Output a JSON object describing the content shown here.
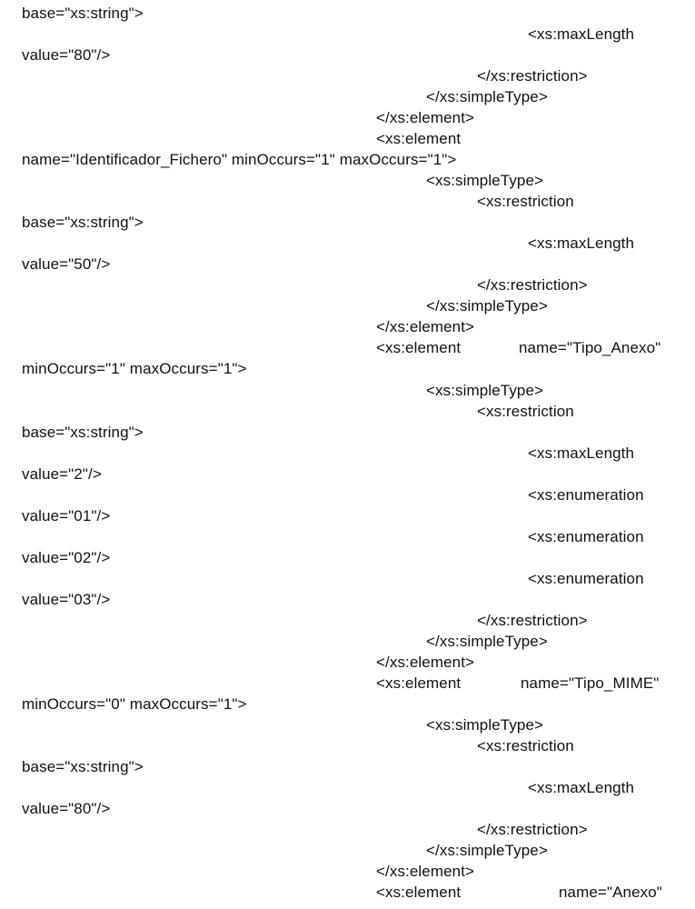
{
  "document": {
    "lines": [
      "base=\"xs:string\">",
      "<xs:maxLength",
      "value=\"80\"/>",
      "</xs:restriction>",
      "</xs:simpleType>",
      "</xs:element>",
      "<xs:element",
      "name=\"Identificador_Fichero\" minOccurs=\"1\" maxOccurs=\"1\">",
      "<xs:simpleType>",
      "<xs:restriction",
      "base=\"xs:string\">",
      "<xs:maxLength",
      "value=\"50\"/>",
      "</xs:restriction>",
      "</xs:simpleType>",
      "</xs:element>",
      "<xs:element",
      "name=\"Tipo_Anexo\"",
      "minOccurs=\"1\" maxOccurs=\"1\">",
      "<xs:simpleType>",
      "<xs:restriction",
      "base=\"xs:string\">",
      "<xs:maxLength",
      "value=\"2\"/>",
      "<xs:enumeration",
      "value=\"01\"/>",
      "<xs:enumeration",
      "value=\"02\"/>",
      "<xs:enumeration",
      "value=\"03\"/>",
      "</xs:restriction>",
      "</xs:simpleType>",
      "</xs:element>",
      "<xs:element",
      "name=\"Tipo_MIME\"",
      "minOccurs=\"0\" maxOccurs=\"1\">",
      "<xs:simpleType>",
      "<xs:restriction",
      "base=\"xs:string\">",
      "<xs:maxLength",
      "value=\"80\"/>",
      "</xs:restriction>",
      "</xs:simpleType>",
      "</xs:element>",
      "<xs:element",
      "name=\"Anexo\""
    ]
  }
}
